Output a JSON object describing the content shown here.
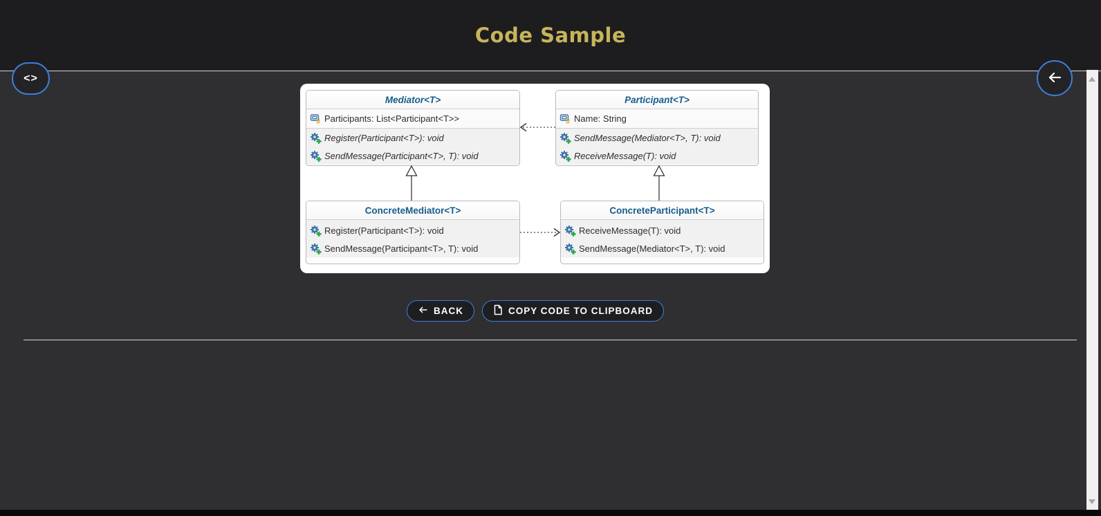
{
  "header": {
    "title": "Code Sample"
  },
  "floating_nav": {
    "left_icon": "<>"
  },
  "diagram": {
    "classes": [
      {
        "name": "Mediator<T>",
        "stereotype": "abstract",
        "fields": [
          "Participants: List<Participant<T>>"
        ],
        "methods": [
          "Register(Participant<T>): void",
          "SendMessage(Participant<T>, T): void"
        ]
      },
      {
        "name": "Participant<T>",
        "stereotype": "abstract",
        "fields": [
          "Name: String"
        ],
        "methods": [
          "SendMessage(Mediator<T>, T): void",
          "ReceiveMessage(T): void"
        ]
      },
      {
        "name": "ConcreteMediator<T>",
        "stereotype": "concrete",
        "fields": [],
        "methods": [
          "Register(Participant<T>): void",
          "SendMessage(Participant<T>, T): void"
        ]
      },
      {
        "name": "ConcreteParticipant<T>",
        "stereotype": "concrete",
        "fields": [],
        "methods": [
          "ReceiveMessage(T): void",
          "SendMessage(Mediator<T>, T): void"
        ]
      }
    ],
    "relations": [
      {
        "from": "Participant<T>",
        "to": "Mediator<T>",
        "type": "dashed-association"
      },
      {
        "from": "ConcreteMediator<T>",
        "to": "Mediator<T>",
        "type": "inheritance"
      },
      {
        "from": "ConcreteParticipant<T>",
        "to": "Participant<T>",
        "type": "inheritance"
      },
      {
        "from": "ConcreteMediator<T>",
        "to": "ConcreteParticipant<T>",
        "type": "dashed-association"
      }
    ]
  },
  "actions": {
    "back_label": "BACK",
    "copy_label": "COPY CODE TO CLIPBOARD"
  },
  "colors": {
    "accent_gold": "#C8B45C",
    "accent_blue": "#3E7EDC",
    "class_title_blue": "#165D8D",
    "page_bg": "#2F2F31",
    "header_bg": "#1D1D1F"
  }
}
